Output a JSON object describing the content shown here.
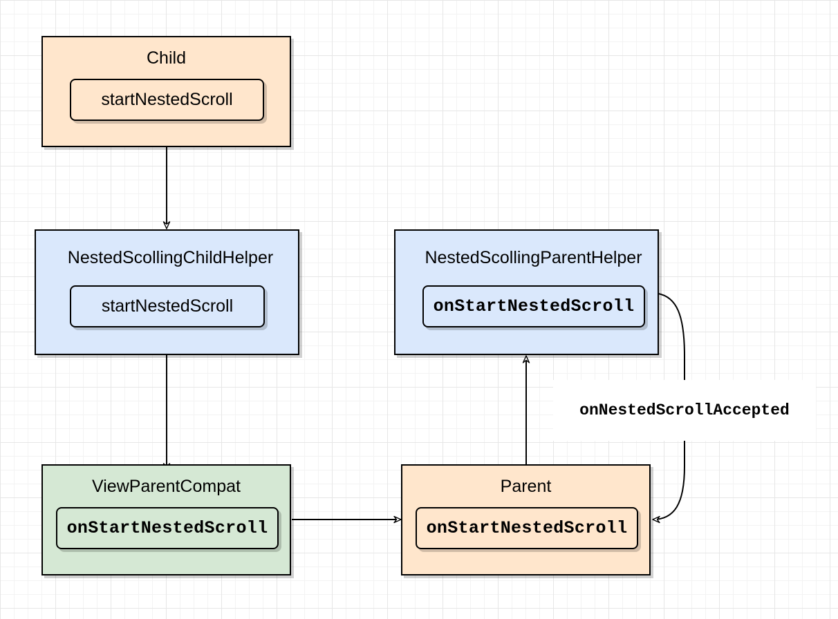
{
  "nodes": {
    "child": {
      "title": "Child",
      "method": "startNestedScroll",
      "fill": "#ffe6cc"
    },
    "child_helper": {
      "title": "NestedScollingChildHelper",
      "method": "startNestedScroll",
      "fill": "#dae8fc"
    },
    "parent_helper": {
      "title": "NestedScollingParentHelper",
      "method": "onStartNestedScroll",
      "fill": "#dae8fc"
    },
    "view_parent_compat": {
      "title": "ViewParentCompat",
      "method": "onStartNestedScroll",
      "fill": "#d5e8d4"
    },
    "parent": {
      "title": "Parent",
      "method": "onStartNestedScroll",
      "fill": "#ffe6cc"
    }
  },
  "edges": [
    {
      "from": "child",
      "to": "child_helper"
    },
    {
      "from": "child_helper",
      "to": "view_parent_compat"
    },
    {
      "from": "view_parent_compat",
      "to": "parent"
    },
    {
      "from": "parent",
      "to": "parent_helper"
    },
    {
      "from": "parent_helper",
      "to": "parent",
      "label": "onNestedScrollAccepted"
    }
  ],
  "edge_label": "onNestedScrollAccepted"
}
